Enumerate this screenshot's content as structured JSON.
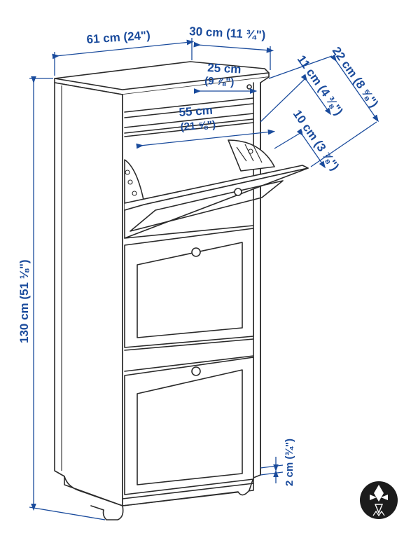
{
  "dimensions": {
    "width_total": "61 cm (24\")",
    "depth_total": "30 cm (11 ¾\")",
    "inner_top_depth_line1": "25 cm",
    "inner_top_depth_line2": "(9 ⅞\")",
    "inner_width_line1": "55 cm",
    "inner_width_line2": "(21 ⅝\")",
    "flap_depth_open": "22 cm (8 ⅝\")",
    "compartment_depth_a": "11 cm (4 ⅜\")",
    "compartment_depth_b": "10 cm (3 ⅞\")",
    "height_total": "130 cm (51 ⅛\")",
    "foot_height": "2 cm (¾\")"
  },
  "colors": {
    "dimension_text": "#1a4b9c",
    "line_art": "#2a2a2a",
    "background": "#ffffff"
  },
  "icons": {
    "corner_badge": "ornament-badge-icon"
  }
}
